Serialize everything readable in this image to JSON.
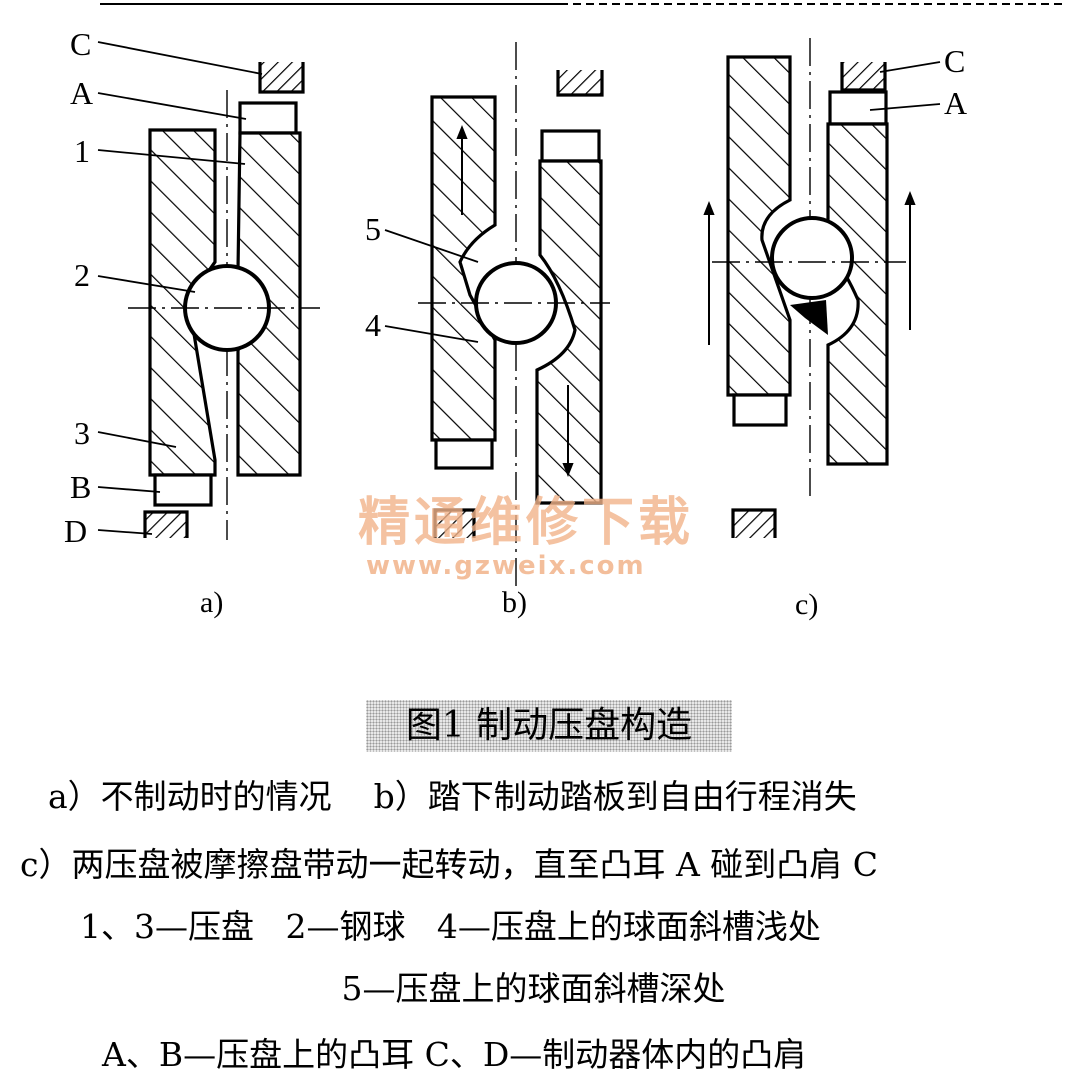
{
  "figure": {
    "panels": [
      {
        "id": "a",
        "caption": "a)",
        "labels": [
          "C",
          "A",
          "1",
          "2",
          "3",
          "B",
          "D"
        ]
      },
      {
        "id": "b",
        "caption": "b)",
        "labels": [
          "5",
          "4"
        ]
      },
      {
        "id": "c",
        "caption": "c)",
        "labels": [
          "C",
          "A"
        ]
      }
    ],
    "watermark": {
      "line1": "精通维修下载",
      "line2": "www.gzweix.com"
    },
    "title": "图1  制动压盘构造",
    "legend_lines": [
      "a）不制动时的情况    b）踏下制动踏板到自由行程消失",
      "c）两压盘被摩擦盘带动一起转动，直至凸耳 A 碰到凸肩 C",
      "1、3—压盘   2—钢球   4—压盘上的球面斜槽浅处",
      "5—压盘上的球面斜槽深处",
      "A、B—压盘上的凸耳 C、D—制动器体内的凸肩"
    ]
  },
  "colors": {
    "ink": "#000000",
    "watermark": "#f2b38a",
    "title_bg": "#d0d0d0"
  }
}
